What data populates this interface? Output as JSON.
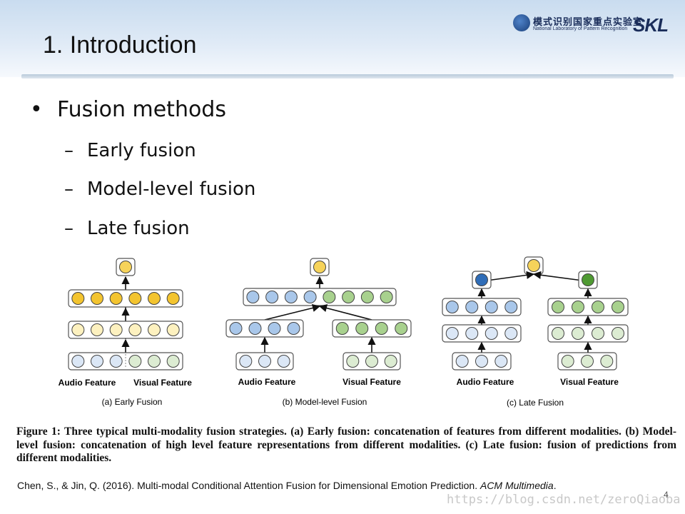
{
  "slide": {
    "title": "1. Introduction",
    "page_number": "4"
  },
  "logo": {
    "cn_text": "模式识别国家重点实验室",
    "en_text": "National Laboratory of Pattern Recognition",
    "mark_text": "SKL"
  },
  "bullets": {
    "main": "Fusion methods",
    "dot": "•",
    "dash": "–",
    "subs": [
      "Early fusion",
      "Model-level fusion",
      "Late fusion"
    ]
  },
  "figure": {
    "panels": [
      {
        "label": "(a) Early Fusion",
        "feature_labels": [
          "Audio Feature",
          "Visual Feature"
        ]
      },
      {
        "label": "(b) Model-level Fusion",
        "feature_labels": [
          "Audio Feature",
          "Visual Feature"
        ]
      },
      {
        "label": "(c) Late Fusion",
        "feature_labels": [
          "Audio Feature",
          "Visual Feature"
        ]
      }
    ],
    "caption": "Figure 1: Three typical multi-modality fusion strategies. (a) Early fusion: concatenation of features from different modalities. (b) Model-level fusion: concatenation of high level feature representations from different modalities. (c) Late fusion: fusion of predictions from different modalities."
  },
  "citation": {
    "text": "Chen, S., & Jin, Q. (2016). Multi-modal Conditional Attention Fusion for Dimensional Emotion Prediction. ",
    "venue": "ACM Multimedia",
    "end": "."
  },
  "watermark": "https://blog.csdn.net/zeroQiaoba",
  "colors": {
    "audio_fill": "#dbe7f6",
    "audio_mid": "#a9c7ea",
    "audio_dark": "#2f6db8",
    "visual_fill": "#dcecd2",
    "visual_mid": "#a8d18e",
    "visual_dark": "#4f9a32",
    "yellow_light": "#fdf1bf",
    "yellow": "#f6d35a",
    "yellow_dark": "#f3c42f"
  }
}
